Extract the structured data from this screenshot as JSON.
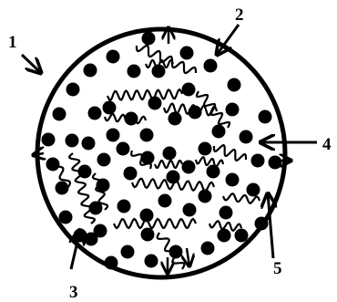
{
  "diagram": {
    "labels": [
      {
        "id": "1",
        "text": "1"
      },
      {
        "id": "2",
        "text": "2"
      },
      {
        "id": "3",
        "text": "3"
      },
      {
        "id": "4",
        "text": "4"
      },
      {
        "id": "5",
        "text": "5"
      }
    ],
    "colors": {
      "ink": "#000000",
      "background": "#ffffff"
    },
    "icons": [
      "arrowhead-icon"
    ]
  }
}
